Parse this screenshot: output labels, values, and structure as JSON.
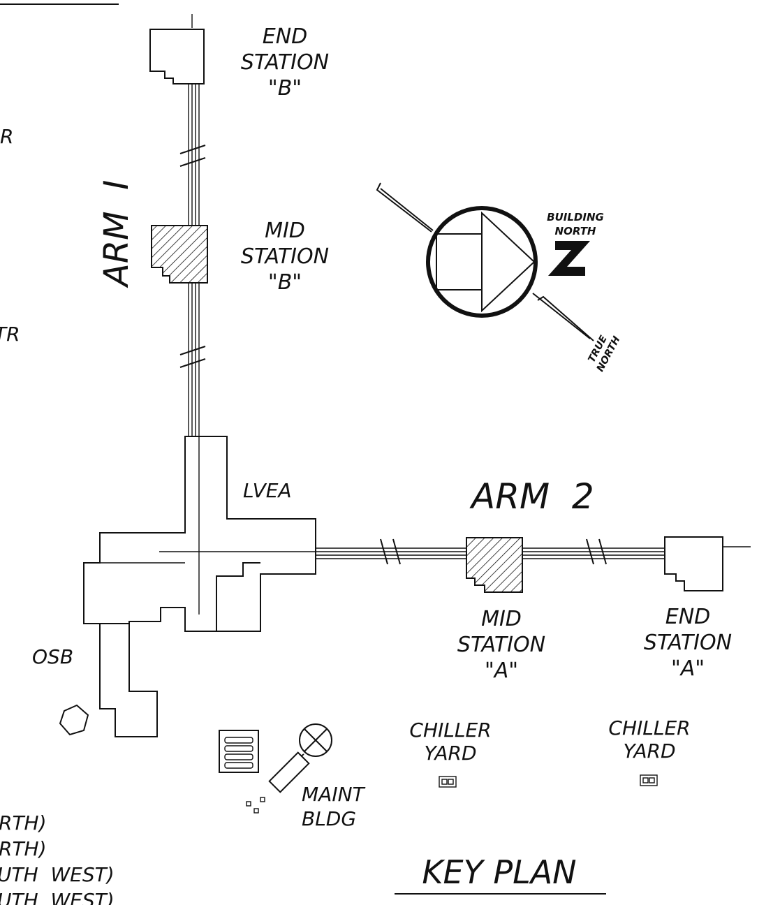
{
  "labels": {
    "end_station_b": [
      "END",
      "STATION",
      "\"B\""
    ],
    "mid_station_b": [
      "MID",
      "STATION",
      "\"B\""
    ],
    "arm1": "ARM  I",
    "arm2": "ARM  2",
    "lvea": "LVEA",
    "osb": "OSB",
    "mid_station_a": [
      "MID",
      "STATION",
      "\"A\""
    ],
    "end_station_a": [
      "END",
      "STATION",
      "\"A\""
    ],
    "chiller_yard_1": [
      "CHILLER",
      "YARD"
    ],
    "chiller_yard_2": [
      "CHILLER",
      "YARD"
    ],
    "maint_bldg": [
      "MAINT",
      "BLDG"
    ],
    "building_north": [
      "BUILDING",
      "NORTH"
    ],
    "true_north": [
      "TRUE",
      "NORTH"
    ],
    "key_plan": "KEY PLAN",
    "left_edge_fragments": [
      "R",
      "TR",
      "RTH)",
      "RTH)",
      "UTH  WEST)",
      "UTH  WEST)"
    ]
  }
}
